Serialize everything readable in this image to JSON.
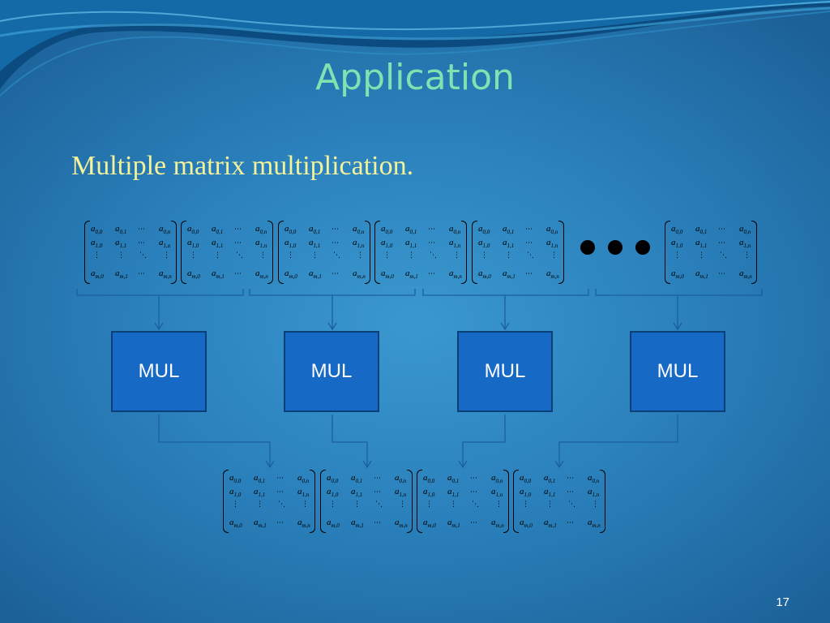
{
  "slide": {
    "title": "Application",
    "subtitle": "Multiple matrix multiplication.",
    "page_number": "17"
  },
  "mul_label": "MUL",
  "matrix_entries": {
    "r0": [
      "a",
      "0,0",
      "a",
      "0,1",
      "a",
      "0,n"
    ],
    "r1": [
      "a",
      "1,0",
      "a",
      "1,1",
      "a",
      "1,n"
    ],
    "r3": [
      "a",
      "m,0",
      "a",
      "m,1",
      "a",
      "m,n"
    ]
  },
  "ellipsis_symbols": {
    "h": "⋯",
    "v": "⋮",
    "d": "⋱"
  },
  "colors": {
    "title": "#7ee3b0",
    "subtitle": "#f4f29a",
    "mul_box": "#1669c4",
    "connector": "#1b5fa0"
  }
}
